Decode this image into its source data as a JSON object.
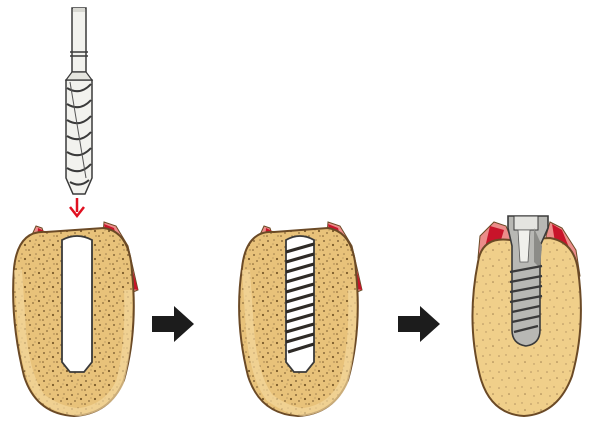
{
  "colors": {
    "background": "#ffffff",
    "bone_fill": "#e8c27a",
    "bone_speckle": "#8a6a3a",
    "bone_outline": "#6b4a26",
    "gum_red": "#c8142a",
    "gum_pink": "#ec8d8a",
    "drill_steel": "#f2f2ee",
    "drill_groove": "#3a3a3a",
    "socket_white": "#ffffff",
    "thread_dark": "#2e2a26",
    "implant_gray": "#b8b8b4",
    "arrow_red": "#e01020",
    "arrow_black": "#1c1c1c"
  },
  "icons": {
    "drill": "twist-drill-icon",
    "drill_direction": "red-down-arrow-icon",
    "step_arrow": "black-right-arrow-icon"
  },
  "steps": [
    "bone-with-drilled-socket",
    "bone-with-tapped-thread",
    "bone-with-placed-implant"
  ]
}
